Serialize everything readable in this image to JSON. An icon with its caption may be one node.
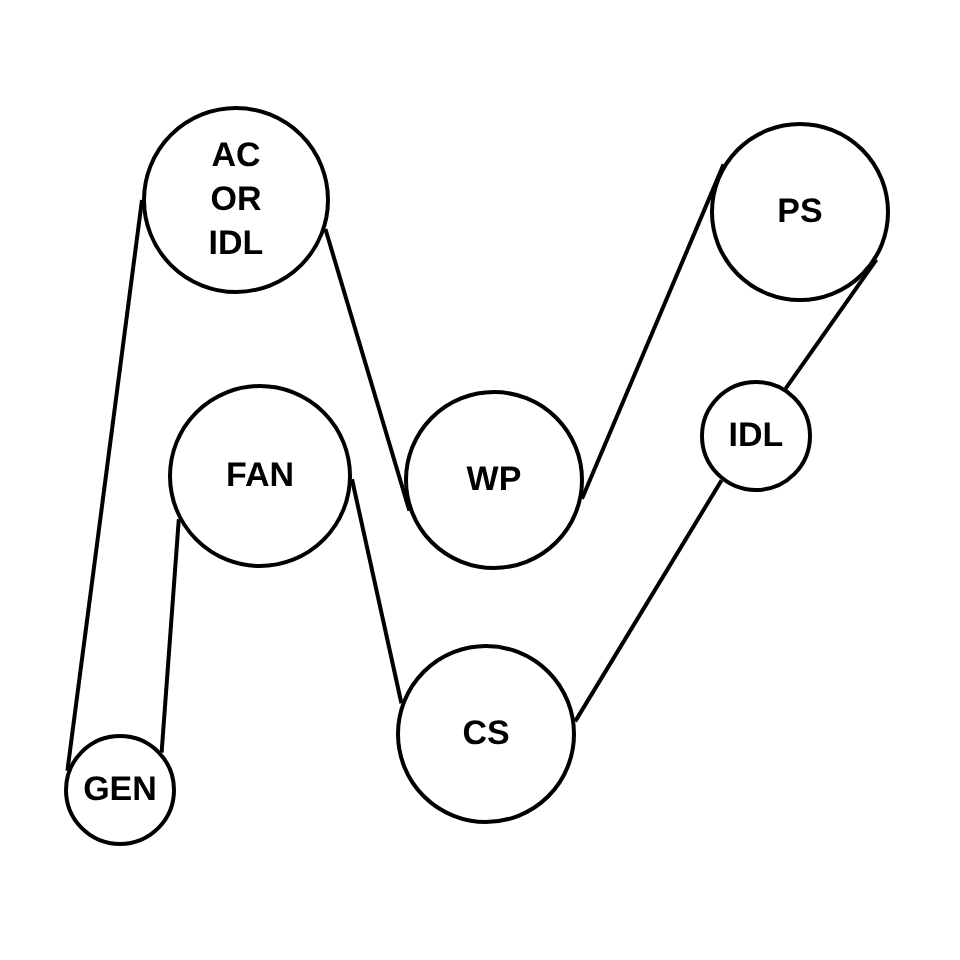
{
  "diagram": {
    "nodes": [
      {
        "text": [
          "AC OR IDL"
        ]
      },
      {
        "text": [
          "PS"
        ]
      },
      {
        "text": [
          "FAN"
        ]
      },
      {
        "text": [
          "WP"
        ]
      },
      {
        "text": [
          "IDL"
        ]
      },
      {
        "text": [
          "CS"
        ]
      },
      {
        "text": [
          "GEN"
        ]
      }
    ],
    "edges": [
      {
        "from": 6,
        "to": 0,
        "arrow": "none"
      },
      {
        "from": 0,
        "to": 3,
        "arrow": "none"
      },
      {
        "from": 3,
        "to": 1,
        "arrow": "none"
      },
      {
        "from": 1,
        "to": 4,
        "arrow": "none"
      },
      {
        "from": 4,
        "to": 5,
        "arrow": "none"
      },
      {
        "from": 5,
        "to": 2,
        "arrow": "none"
      },
      {
        "from": 2,
        "to": 6,
        "arrow": "none"
      }
    ]
  }
}
